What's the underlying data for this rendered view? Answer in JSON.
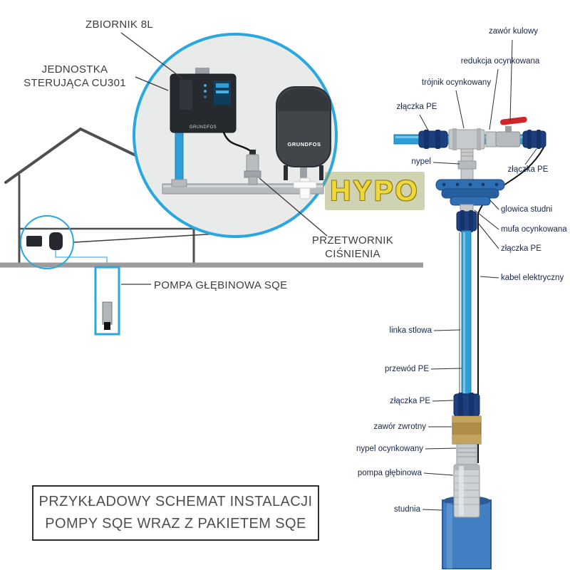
{
  "watermark": "HYPO",
  "brand": "GRUNDFOS",
  "main_labels": {
    "tank": "ZBIORNIK 8L",
    "control_unit": "JEDNOSTKA\nSTERUJĄCA CU301",
    "transducer": "PRZETWORNIK\nCIŚNIENIA",
    "pump": "POMPA GŁĘBINOWA SQE"
  },
  "part_labels": [
    {
      "text": "zawór kulowy"
    },
    {
      "text": "redukcja ocynkowana"
    },
    {
      "text": "trójnik ocynkowany"
    },
    {
      "text": "złączka PE"
    },
    {
      "text": "nypel"
    },
    {
      "text": "złączka PE"
    },
    {
      "text": "glowica studni"
    },
    {
      "text": "mufa ocynkowana"
    },
    {
      "text": "złączka PE"
    },
    {
      "text": "kabel elektryczny"
    },
    {
      "text": "linka stlowa"
    },
    {
      "text": "przewód PE"
    },
    {
      "text": "złączka PE"
    },
    {
      "text": "zawór zwrotny"
    },
    {
      "text": "nypel ocynkowany"
    },
    {
      "text": "pompa głębinowa"
    },
    {
      "text": "studnia"
    }
  ],
  "caption": "PRZYKŁADOWY SCHEMAT INSTALACJI\nPOMPY SQE WRAZ Z PAKIETEM SQE"
}
